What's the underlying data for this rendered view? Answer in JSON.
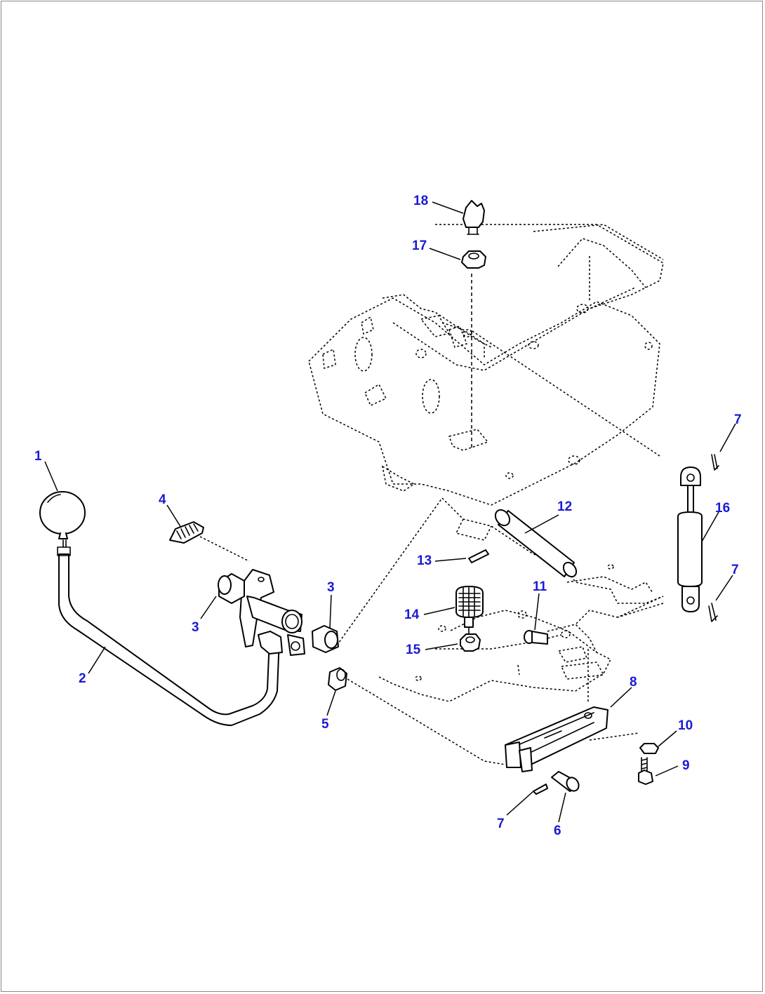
{
  "diagram": {
    "callouts": [
      {
        "id": "c1",
        "label": "1"
      },
      {
        "id": "c2",
        "label": "2"
      },
      {
        "id": "c3a",
        "label": "3"
      },
      {
        "id": "c3b",
        "label": "3"
      },
      {
        "id": "c4",
        "label": "4"
      },
      {
        "id": "c5",
        "label": "5"
      },
      {
        "id": "c6",
        "label": "6"
      },
      {
        "id": "c7a",
        "label": "7"
      },
      {
        "id": "c7b",
        "label": "7"
      },
      {
        "id": "c7c",
        "label": "7"
      },
      {
        "id": "c8",
        "label": "8"
      },
      {
        "id": "c9",
        "label": "9"
      },
      {
        "id": "c10",
        "label": "10"
      },
      {
        "id": "c11",
        "label": "11"
      },
      {
        "id": "c12",
        "label": "12"
      },
      {
        "id": "c13",
        "label": "13"
      },
      {
        "id": "c14",
        "label": "14"
      },
      {
        "id": "c15",
        "label": "15"
      },
      {
        "id": "c16",
        "label": "16"
      },
      {
        "id": "c17",
        "label": "17"
      },
      {
        "id": "c18",
        "label": "18"
      }
    ],
    "colors": {
      "callout": "#1a1ad6",
      "line": "#000000",
      "border": "#8a8a8a"
    }
  }
}
